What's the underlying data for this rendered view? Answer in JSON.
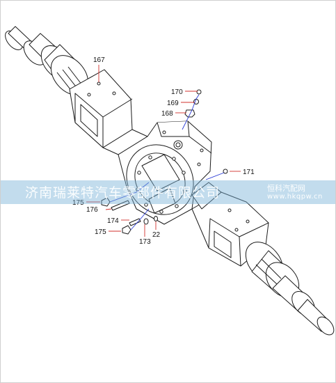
{
  "callouts": {
    "c167": "167",
    "c170": "170",
    "c169": "169",
    "c168": "168",
    "c171": "171",
    "c176": "176",
    "c175a": "175",
    "c174": "174",
    "c175b": "175",
    "c173": "173",
    "c22": "22"
  },
  "watermark": {
    "company": "济南瑞莱特汽车零部件有限公司",
    "site_name": "恒科汽配网",
    "site_url": "www.hkqpw.cn"
  },
  "colors": {
    "leader_red": "#d0312d",
    "leader_blue": "#2a3bd6",
    "line": "#1a1a1a",
    "banner": "#78b2d6"
  }
}
